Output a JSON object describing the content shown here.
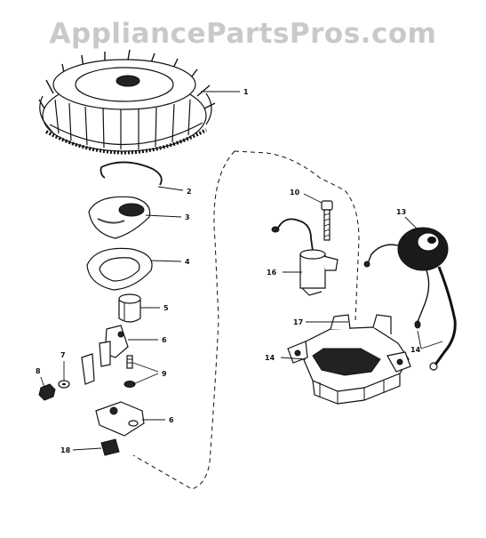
{
  "watermark": "AppliancePartsPros.com",
  "callouts": [
    {
      "id": "c1",
      "label": "1"
    },
    {
      "id": "c2",
      "label": "2"
    },
    {
      "id": "c3",
      "label": "3"
    },
    {
      "id": "c4",
      "label": "4"
    },
    {
      "id": "c5",
      "label": "5"
    },
    {
      "id": "c6a",
      "label": "6"
    },
    {
      "id": "c7",
      "label": "7"
    },
    {
      "id": "c8",
      "label": "8"
    },
    {
      "id": "c9",
      "label": "9"
    },
    {
      "id": "c6b",
      "label": "6"
    },
    {
      "id": "c10",
      "label": "10"
    },
    {
      "id": "c16",
      "label": "16"
    },
    {
      "id": "c13",
      "label": "13"
    },
    {
      "id": "c17",
      "label": "17"
    },
    {
      "id": "c14a",
      "label": "14"
    },
    {
      "id": "c14b",
      "label": "14"
    },
    {
      "id": "c18",
      "label": "18"
    }
  ]
}
